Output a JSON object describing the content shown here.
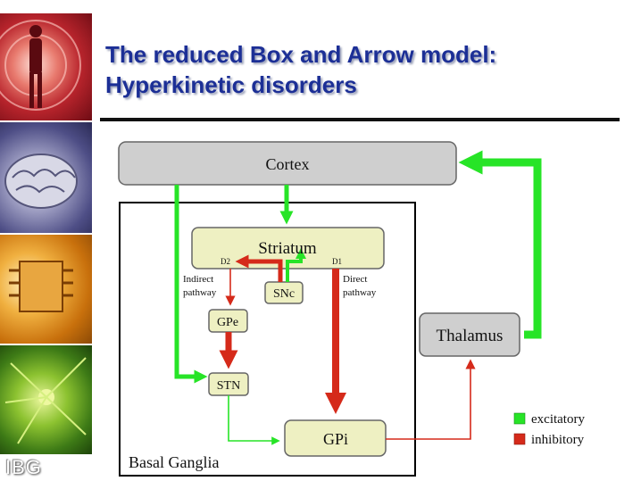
{
  "slide": {
    "title_line1": "The reduced Box and Arrow model:",
    "title_line2": "Hyperkinetic disorders",
    "logo": "IBG"
  },
  "diagram": {
    "cortex": "Cortex",
    "striatum": "Striatum",
    "d2": "D2",
    "d1": "D1",
    "snc": "SNc",
    "indirect_1": "Indirect",
    "indirect_2": "pathway",
    "direct_1": "Direct",
    "direct_2": "pathway",
    "gpe": "GPe",
    "stn": "STN",
    "gpi": "GPi",
    "thalamus": "Thalamus",
    "basal_ganglia": "Basal Ganglia"
  },
  "legend": {
    "excitatory": "excitatory",
    "inhibitory": "inhibitory",
    "excitatory_color": "#27e427",
    "inhibitory_color": "#d52a1a"
  },
  "colors": {
    "title": "#1c2f96",
    "box_gray": "#cfcfcf",
    "box_cream": "#eef0c2"
  }
}
